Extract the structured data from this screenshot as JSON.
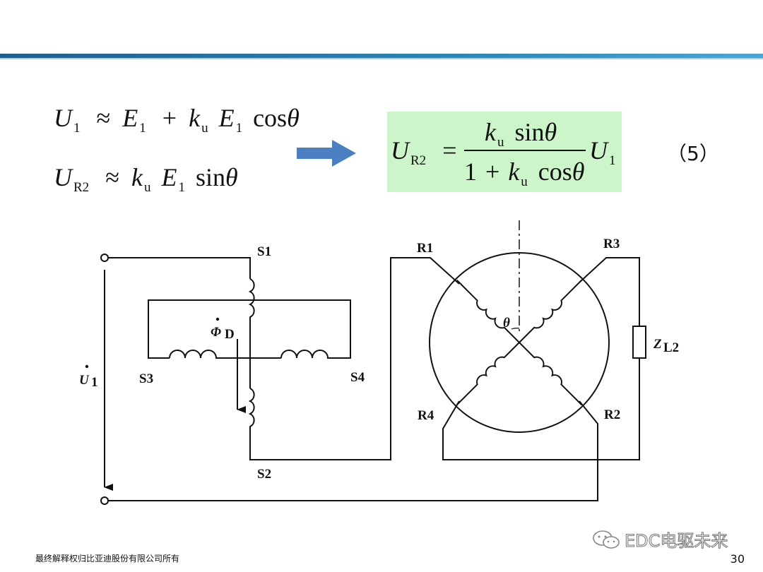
{
  "equations": {
    "eq1": {
      "U": "U",
      "U_sub": "1",
      "approx": "≈",
      "E": "E",
      "E_sub": "1",
      "plus": "+",
      "k": "k",
      "k_sub": "u",
      "E2": "E",
      "E2_sub": "1",
      "func": "cos",
      "theta": "θ"
    },
    "eq2": {
      "U": "U",
      "U_sub": "R2",
      "approx": "≈",
      "k": "k",
      "k_sub": "u",
      "E": "E",
      "E_sub": "1",
      "func": "sin",
      "theta": "θ"
    },
    "result": {
      "U": "U",
      "U_sub": "R2",
      "eq": "=",
      "num_k": "k",
      "num_k_sub": "u",
      "num_func": "sin",
      "num_theta": "θ",
      "den_one": "1",
      "den_plus": "+",
      "den_k": "k",
      "den_k_sub": "u",
      "den_func": "cos",
      "den_theta": "θ",
      "U1": "U",
      "U1_sub": "1"
    },
    "number": "（5）"
  },
  "circuit": {
    "S1": "S1",
    "S2": "S2",
    "S3": "S3",
    "S4": "S4",
    "R1": "R1",
    "R2": "R2",
    "R3": "R3",
    "R4": "R4",
    "phi": "Φ",
    "phi_sub": "D",
    "U1": "U",
    "U1_sub": "1",
    "theta": "θ",
    "ZL": "Z",
    "ZL_sub": "L2"
  },
  "colors": {
    "arrow": "#4a7fc1",
    "box": "#ccf5c9",
    "header": "#2b86b8"
  },
  "footer": {
    "copyright": "最终解释权归比亚迪股份有限公司所有",
    "watermark": "EDC电驱未来",
    "page": "30"
  }
}
